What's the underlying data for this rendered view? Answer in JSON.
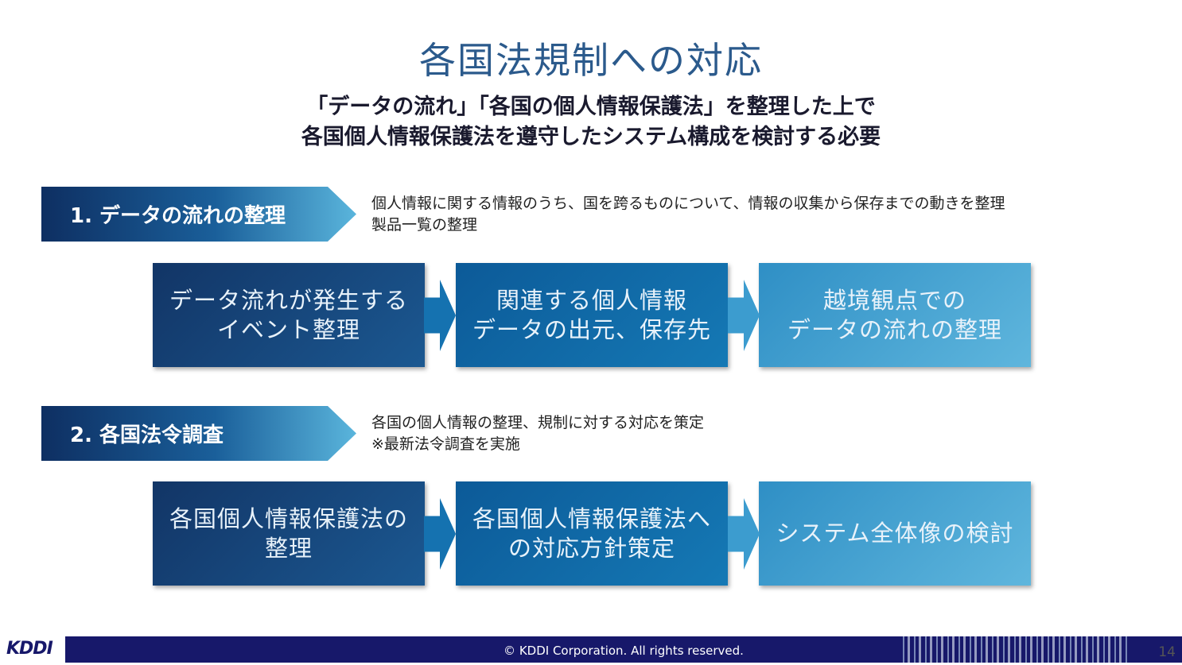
{
  "title": "各国法規制への対応",
  "subtitle": [
    "「データの流れ」「各国の個人情報保護法」を整理した上で",
    "各国個人情報保護法を遵守したシステム構成を検討する必要"
  ],
  "sections": [
    {
      "label": "1. データの流れの整理",
      "desc": [
        "個人情報に関する情報のうち、国を跨るものについて、情報の収集から保存までの動きを整理",
        "製品一覧の整理"
      ],
      "steps": [
        [
          "データ流れが発生する",
          "イベント整理"
        ],
        [
          "関連する個人情報",
          "データの出元、保存先"
        ],
        [
          "越境観点での",
          "データの流れの整理"
        ]
      ]
    },
    {
      "label": "2. 各国法令調査",
      "desc": [
        "各国の個人情報の整理、規制に対する対応を策定",
        "※最新法令調査を実施"
      ],
      "steps": [
        [
          "各国個人情報保護法の",
          "整理"
        ],
        [
          "各国個人情報保護法へ",
          "の対応方針策定"
        ],
        [
          "システム全体像の検討",
          ""
        ]
      ]
    }
  ],
  "footer": {
    "logo": "KDDI",
    "copyright": "© KDDI Corporation. All rights reserved.",
    "page": "14"
  }
}
